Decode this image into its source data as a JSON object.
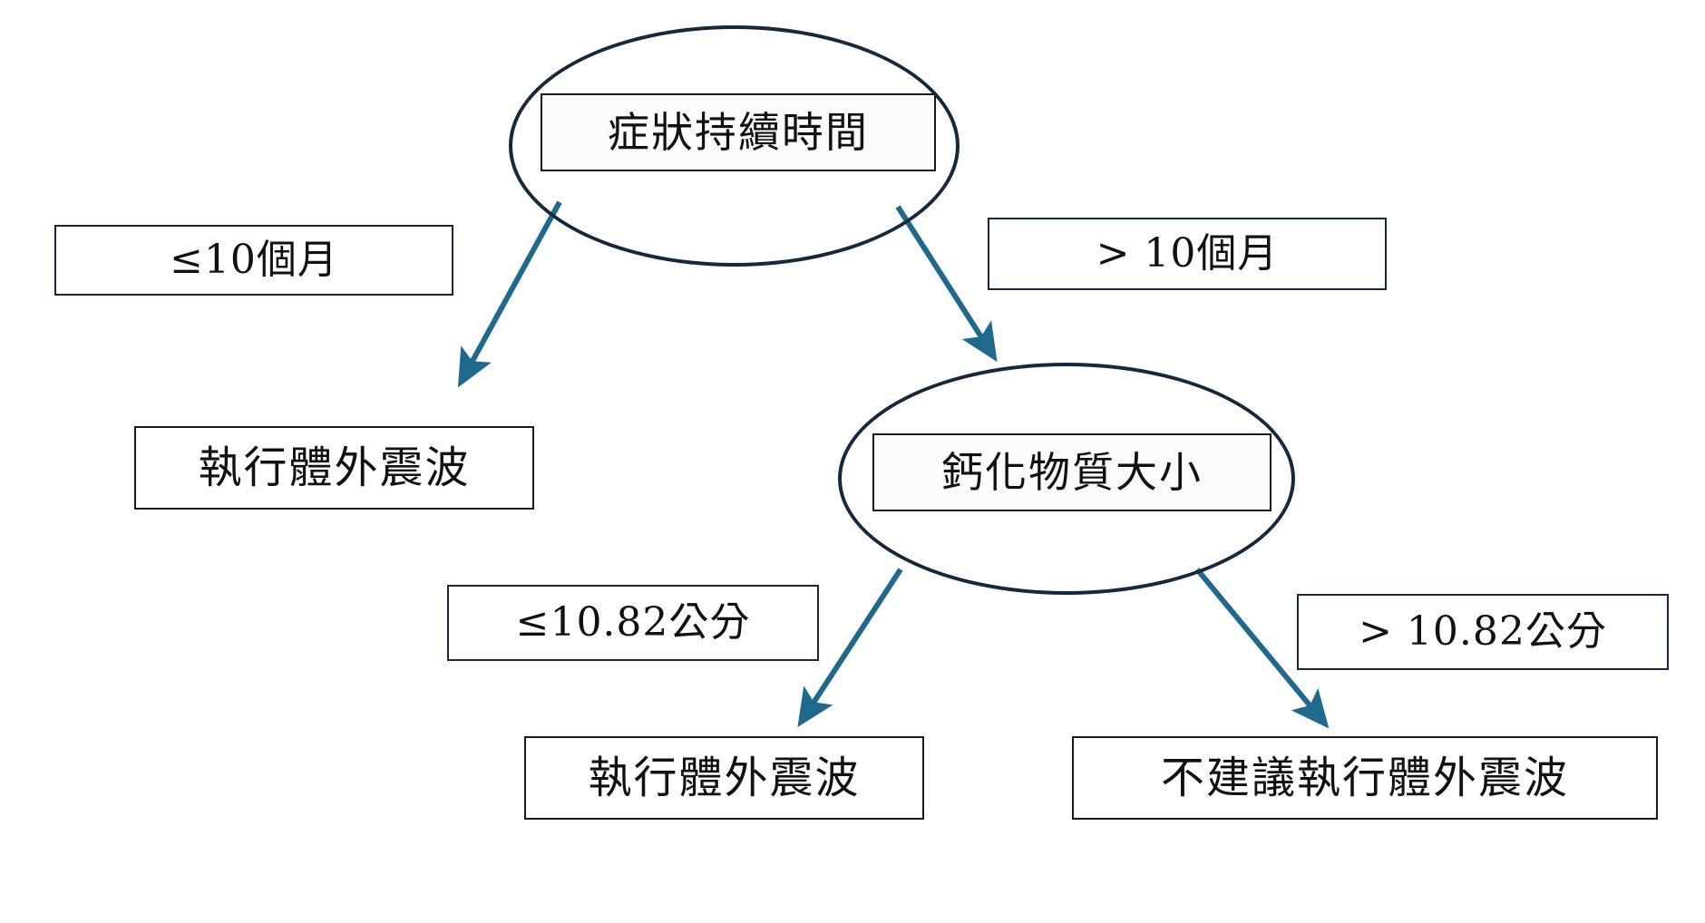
{
  "diagram": {
    "type": "decision-tree",
    "background_color": "#ffffff",
    "node_outline_color": "#15283c",
    "edge_color": "#1f6a8c",
    "box_outline_color": "#1a1a1a",
    "text_color": "#111111"
  },
  "nodes": {
    "root": {
      "id": "symptom-duration",
      "shape": "ellipse",
      "label": "症狀持續時間"
    },
    "second": {
      "id": "calcification-size",
      "shape": "ellipse",
      "label": "鈣化物質大小"
    }
  },
  "leaves": [
    {
      "id": "leaf-left",
      "label": "執行體外震波"
    },
    {
      "id": "leaf-middle",
      "label": "執行體外震波"
    },
    {
      "id": "leaf-right",
      "label": "不建議執行體外震波"
    }
  ],
  "edge_labels": [
    {
      "id": "edge-root-left",
      "label": "≤10個月"
    },
    {
      "id": "edge-root-right",
      "label": "> 10個月"
    },
    {
      "id": "edge-second-left",
      "label": "≤10.82公分"
    },
    {
      "id": "edge-second-right",
      "label": "> 10.82公分"
    }
  ]
}
